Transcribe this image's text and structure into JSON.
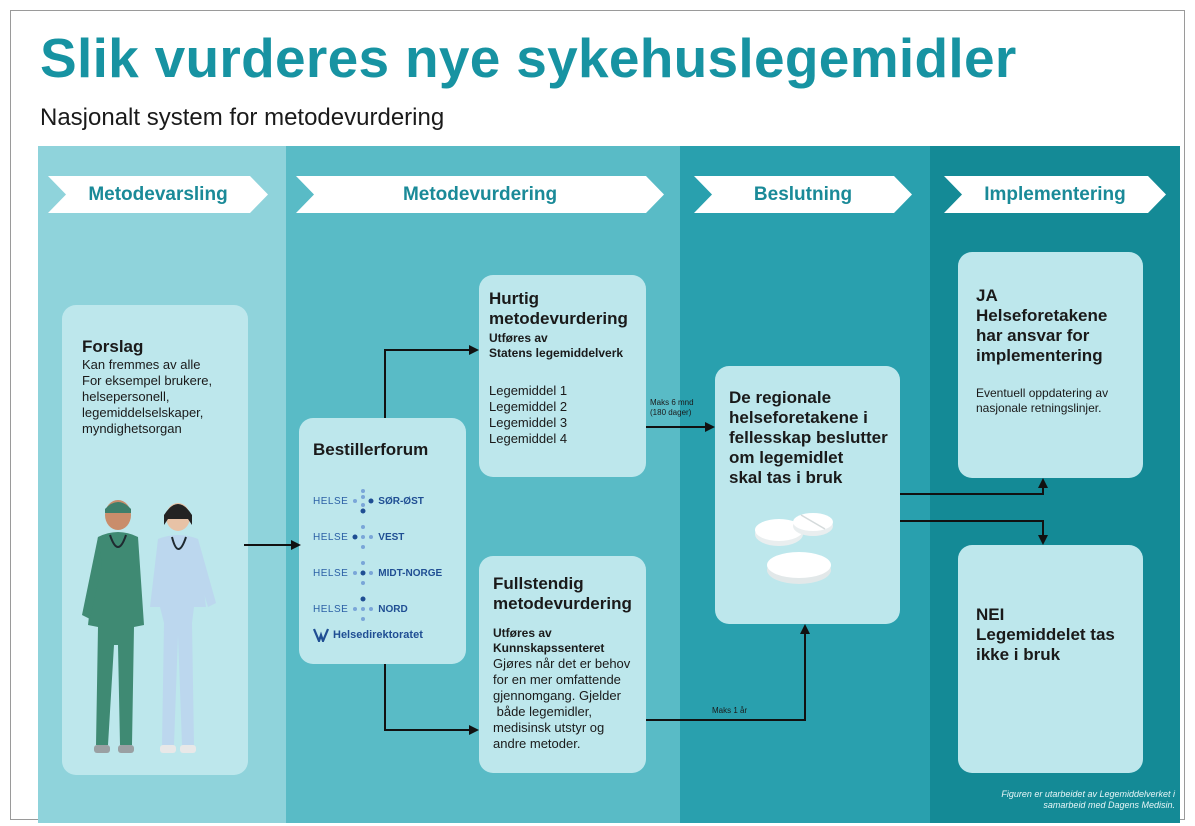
{
  "title": "Slik vurderes nye sykehuslegemidler",
  "subtitle": "Nasjonalt system for metodevurdering",
  "stages": [
    "Metodevarsling",
    "Metodevurdering",
    "Beslutning",
    "Implementering"
  ],
  "forslag": {
    "heading": "Forslag",
    "lines": [
      "Kan fremmes av alle",
      "For eksempel brukere,",
      "helsepersonell,",
      "legemiddelselskaper,",
      "myndighetsorgan"
    ]
  },
  "bestillerforum": {
    "heading": "Bestillerforum",
    "helse_word": "HELSE",
    "orgs": [
      "SØR-ØST",
      "VEST",
      "MIDT-NORGE",
      "NORD"
    ],
    "direktorat": "Helsedirektoratet"
  },
  "hurtig": {
    "heading_lines": [
      "Hurtig",
      "metodevurdering"
    ],
    "sub_lines": [
      "Utføres av",
      "Statens legemiddelverk"
    ],
    "items": [
      "Legemiddel 1",
      "Legemiddel 2",
      "Legemiddel 3",
      "Legemiddel 4"
    ]
  },
  "fullstendig": {
    "heading_lines": [
      "Fullstendig",
      "metodevurdering"
    ],
    "sub_lines": [
      "Utføres av",
      "Kunnskapssenteret"
    ],
    "body_lines": [
      "Gjøres når det er behov",
      "for en mer omfattende",
      "gjennomgang. Gjelder",
      " både legemidler,",
      "medisinsk utstyr og",
      "andre metoder."
    ]
  },
  "beslutning": {
    "lines": [
      "De regionale",
      "helseforetakene i",
      "fellesskap beslutter",
      "om legemidlet",
      "skal tas i bruk"
    ]
  },
  "ja": {
    "lines": [
      "JA",
      "Helseforetakene",
      "har ansvar for",
      "implementering"
    ],
    "note_lines": [
      "Eventuell oppdatering av",
      "nasjonale retningslinjer."
    ]
  },
  "nei": {
    "lines": [
      "NEI",
      "Legemiddelet tas",
      "ikke i bruk"
    ]
  },
  "maks6": [
    "Maks 6 mnd",
    "(180 dager)"
  ],
  "maks1": "Maks 1 år",
  "credit": [
    "Figuren er utarbeidet av Legemiddelverket i",
    "samarbeid med Dagens Medisin."
  ],
  "colors": {
    "accent": "#1793a2",
    "col1": "#8fd3db",
    "col2": "#59bbc6",
    "col3": "#29a0ae",
    "col4": "#148a96",
    "box": "#bde7ec"
  },
  "icons": [
    "chevron-arrow-icon",
    "doctors-illustration-icon",
    "pills-icon",
    "helse-dots-icon",
    "helsedirektoratet-logo-icon"
  ]
}
